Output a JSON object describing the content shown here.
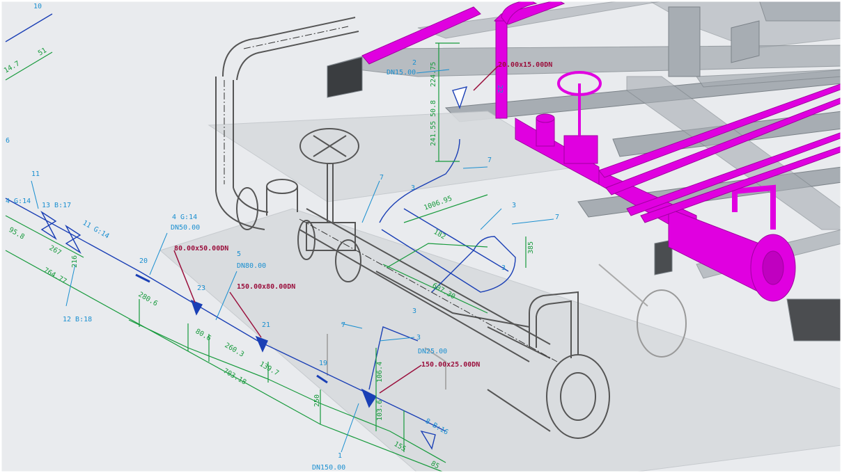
{
  "colors": {
    "background": "#e9ebee",
    "steel": "#9fa6ad",
    "steel_dark": "#6f767d",
    "magenta_pipe": "#e000e0",
    "iso_blue": "#1a3fb5",
    "leader_cyan": "#1a8fd0",
    "dim_green": "#179a3c",
    "reducer_red": "#9a0f3c",
    "wire_gray": "#555555"
  },
  "pipe_specs": {
    "dn50": "DN50.00",
    "dn80": "DN80.00",
    "dn15": "DN15.00",
    "dn25": "DN25.00",
    "dn150": "DN150.00"
  },
  "reducers": {
    "r80x50": "80.00x50.00DN",
    "r150x80": "150.00x80.00DN",
    "r150x25": "150.00x25.00DN",
    "r20x15": "20.00x15.00DN"
  },
  "component_tags": {
    "c4g14a": "4 G:14",
    "c4g14b": "4 G:14",
    "c13b17": "13 B:17",
    "c11g14": "11 G:14",
    "c12b18": "12 B:18",
    "c8b16": "8 B:16",
    "n11": "11",
    "n20": "20",
    "n23": "23",
    "n21": "21",
    "n19": "19",
    "n5": "5",
    "n1": "1",
    "n2": "2",
    "n3a": "3",
    "n3b": "3",
    "n3c": "3",
    "n3d": "3",
    "n3e": "3",
    "n7a": "7",
    "n7b": "7",
    "n7c": "7",
    "n7d": "7",
    "n22": "22",
    "n6": "6",
    "n10": "10"
  },
  "dimensions": {
    "d95_8": "95.8",
    "d267": "267",
    "d216": "216",
    "d764_77": "764.77",
    "d280_6": "280.6",
    "d80_6": "80.6",
    "d260_3": "260.3",
    "d139_7": "139.7",
    "d703_18": "703.18",
    "d250": "250",
    "d106_4": "106.4",
    "d103_6": "103.6",
    "d155": "155",
    "d85": "85",
    "d607_30": "607.30",
    "d182": "182",
    "d1006_95": "1006.95",
    "d385": "385",
    "d224_75": "224.75",
    "d50_8": "50.8",
    "d241_55": "241.55",
    "d51": "51",
    "d14_7": "14.7"
  }
}
